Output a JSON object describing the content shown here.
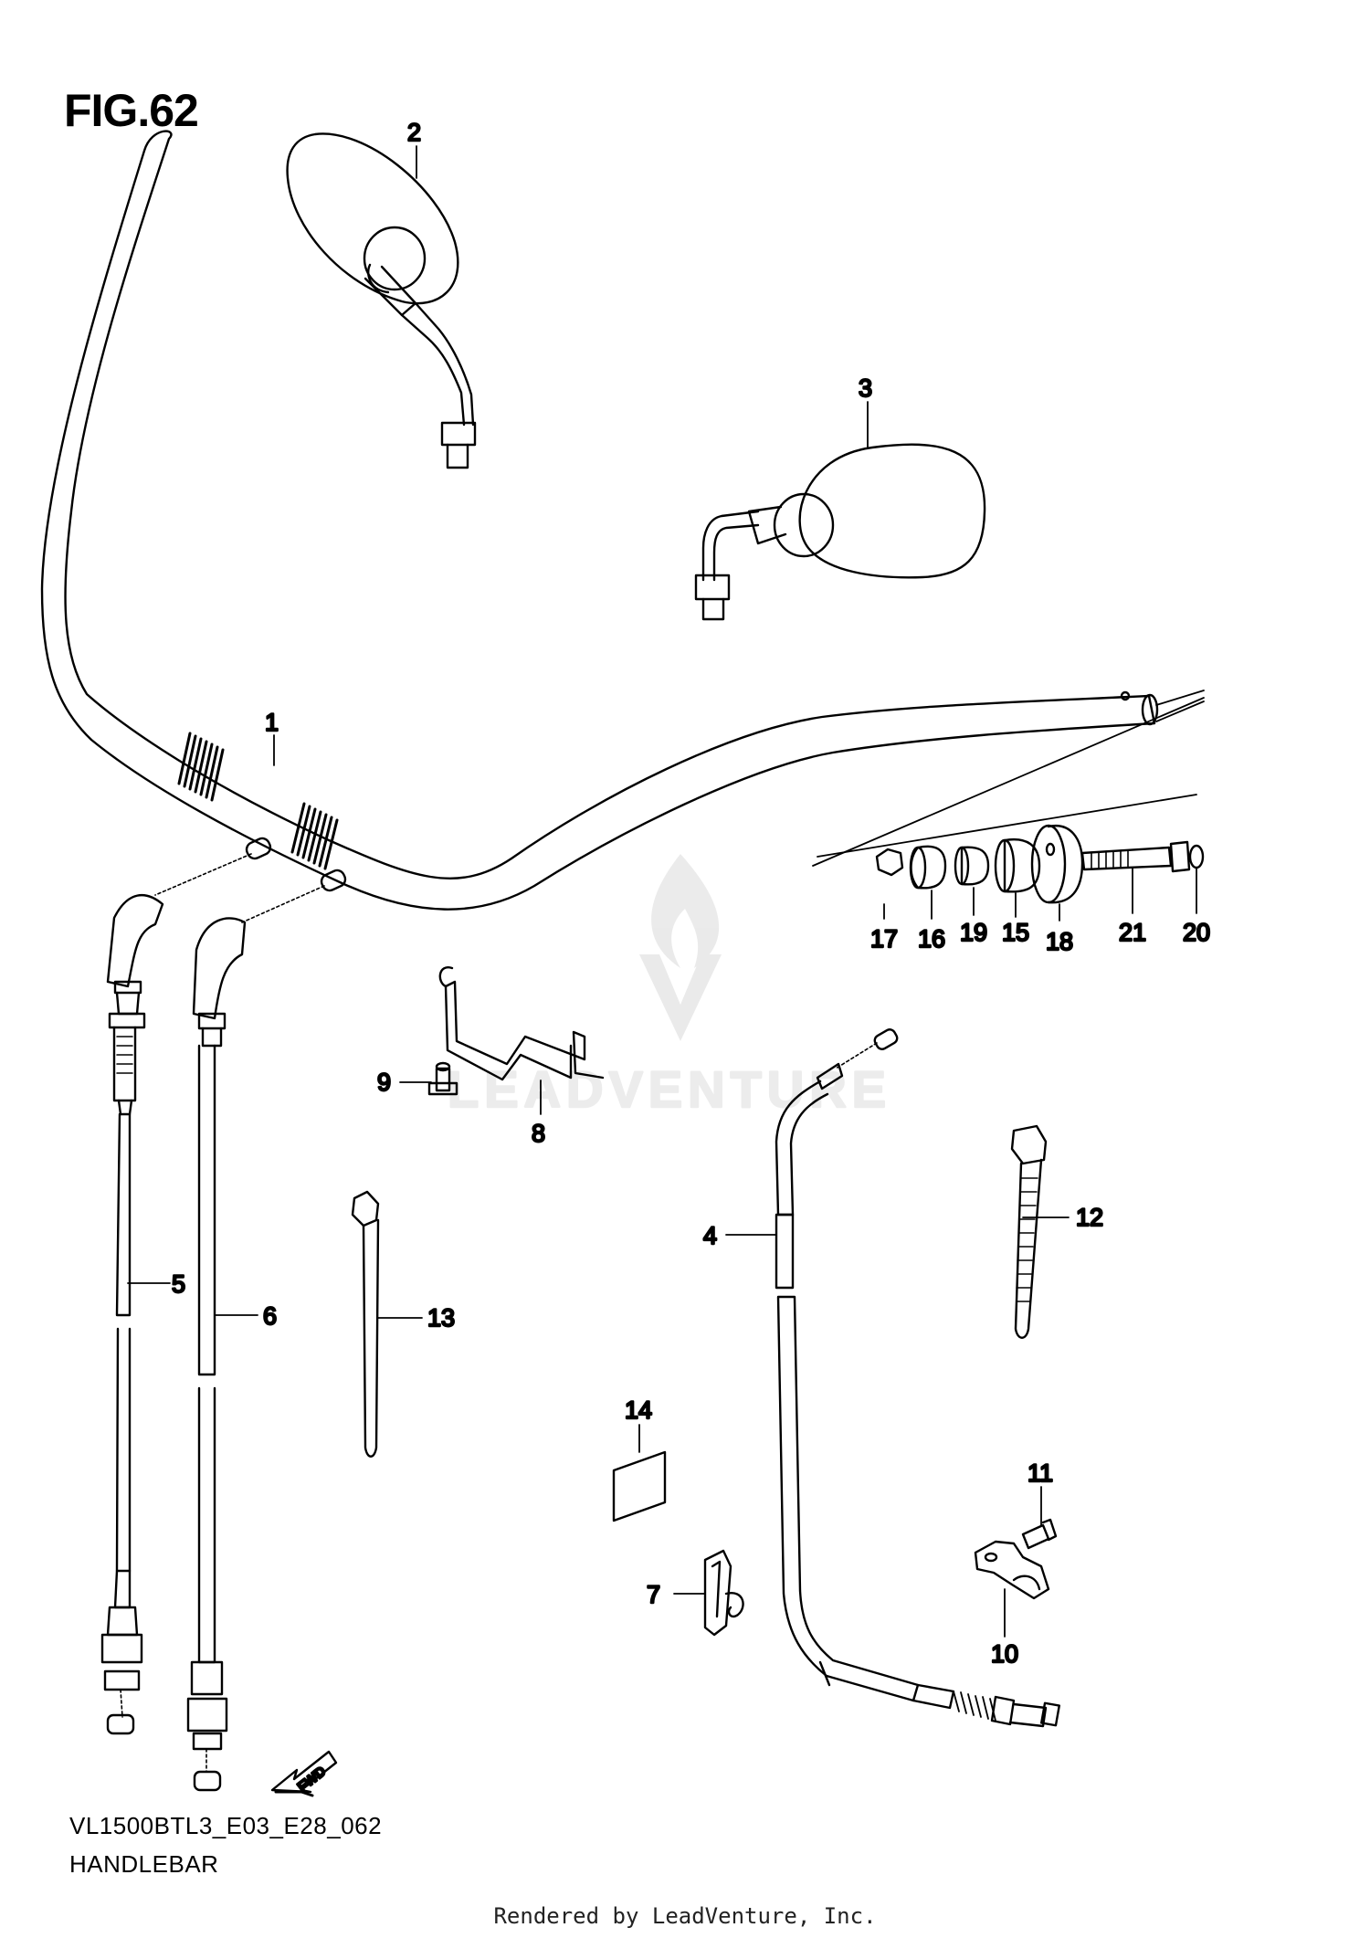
{
  "figure": {
    "title": "FIG.62",
    "model_code": "VL1500BTL3_E03_E28_062",
    "section": "HANDLEBAR",
    "footer": "Rendered by LeadVenture, Inc.",
    "watermark": "LEADVENTURE",
    "fwd_label": "FWD"
  },
  "callouts": [
    {
      "id": "1",
      "label": "1"
    },
    {
      "id": "2",
      "label": "2"
    },
    {
      "id": "3",
      "label": "3"
    },
    {
      "id": "4",
      "label": "4"
    },
    {
      "id": "5",
      "label": "5"
    },
    {
      "id": "6",
      "label": "6"
    },
    {
      "id": "7",
      "label": "7"
    },
    {
      "id": "8",
      "label": "8"
    },
    {
      "id": "9",
      "label": "9"
    },
    {
      "id": "10",
      "label": "10"
    },
    {
      "id": "11",
      "label": "11"
    },
    {
      "id": "12",
      "label": "12"
    },
    {
      "id": "13",
      "label": "13"
    },
    {
      "id": "14",
      "label": "14"
    },
    {
      "id": "15",
      "label": "15"
    },
    {
      "id": "16",
      "label": "16"
    },
    {
      "id": "17",
      "label": "17"
    },
    {
      "id": "18",
      "label": "18"
    },
    {
      "id": "19",
      "label": "19"
    },
    {
      "id": "20",
      "label": "20"
    },
    {
      "id": "21",
      "label": "21"
    }
  ]
}
